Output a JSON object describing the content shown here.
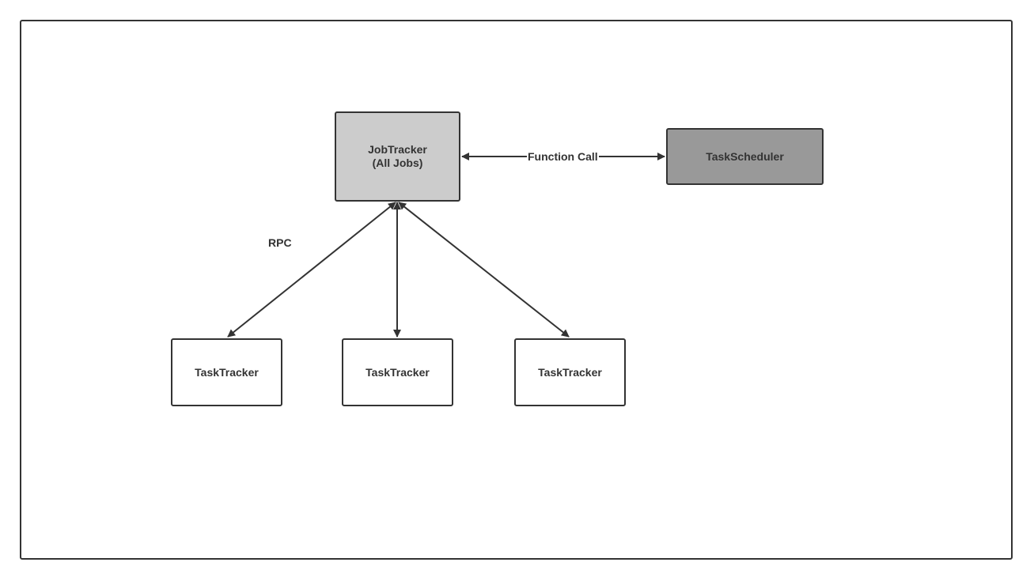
{
  "nodes": {
    "jobtracker": {
      "line1": "JobTracker",
      "line2": "(All Jobs)",
      "fill": "#cccccc"
    },
    "scheduler": {
      "label": "TaskScheduler",
      "fill": "#999999"
    },
    "tasktrackers": [
      {
        "label": "TaskTracker",
        "fill": "#ffffff"
      },
      {
        "label": "TaskTracker",
        "fill": "#ffffff"
      },
      {
        "label": "TaskTracker",
        "fill": "#ffffff"
      }
    ]
  },
  "edges": {
    "function_call_label": "Function Call",
    "rpc_label": "RPC"
  },
  "colors": {
    "stroke": "#333333",
    "background": "#ffffff"
  }
}
